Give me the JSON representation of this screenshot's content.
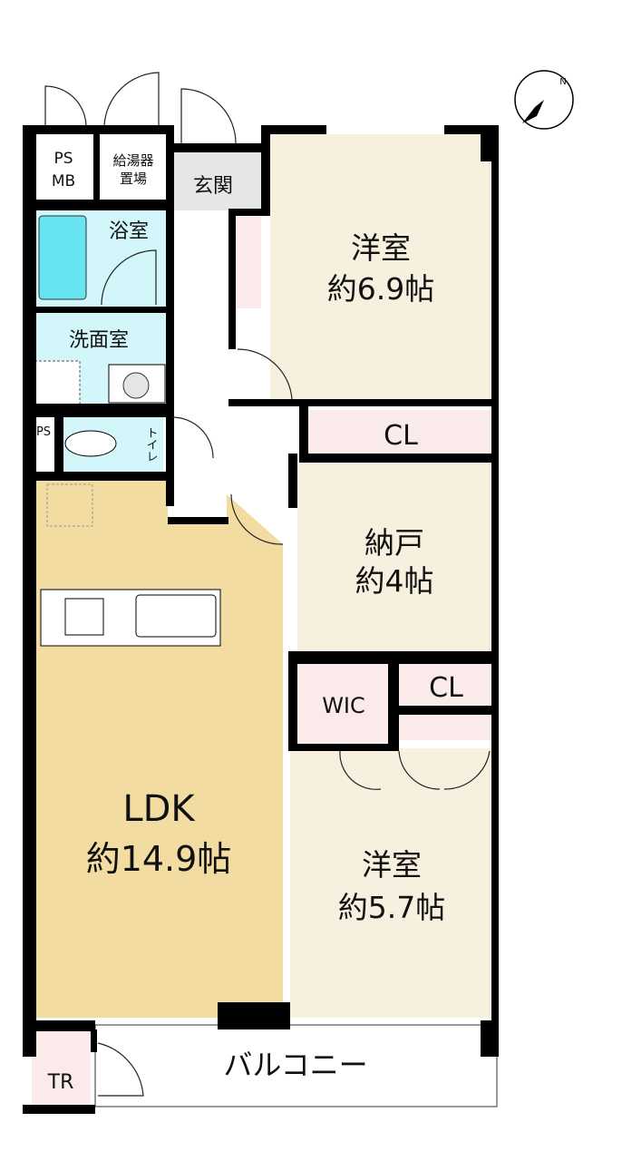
{
  "compass": {
    "label": "N"
  },
  "rooms": {
    "ps_mb": {
      "line1": "PS",
      "line2": "MB"
    },
    "water_heater": {
      "line1": "給湯器",
      "line2": "置場"
    },
    "entrance": {
      "label": "玄関"
    },
    "bath": {
      "label": "浴室"
    },
    "washroom": {
      "label": "洗面室"
    },
    "ps_small": {
      "label": "PS"
    },
    "toilet": {
      "label": "トイレ"
    },
    "western1": {
      "name": "洋室",
      "size": "約6.9帖"
    },
    "closet1": {
      "label": "CL"
    },
    "storage": {
      "name": "納戸",
      "size": "約4帖"
    },
    "wic": {
      "label": "WIC"
    },
    "closet2": {
      "label": "CL"
    },
    "western2": {
      "name": "洋室",
      "size": "約5.7帖"
    },
    "ldk": {
      "name": "LDK",
      "size": "約14.9帖"
    },
    "tr": {
      "label": "TR"
    },
    "balcony": {
      "label": "バルコニー"
    }
  },
  "colors": {
    "ldk": "#f2dca2",
    "room": "#f8f0de",
    "wet": "#d2f6fa",
    "tub": "#66e4f2",
    "closet": "#fbeaea",
    "entrance": "#e6e6e6"
  }
}
